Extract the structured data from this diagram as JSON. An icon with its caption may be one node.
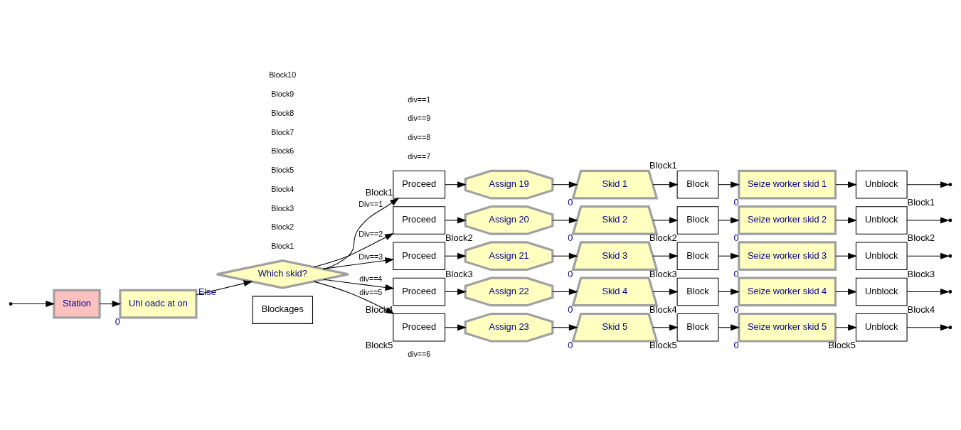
{
  "diagram": {
    "nodes": [
      {
        "text": [
          "Station"
        ]
      },
      {
        "text": [
          "Uhl oadc at on"
        ],
        "beside": [
          "0"
        ]
      },
      {
        "text": [
          "Which skid?"
        ],
        "beside": [
          "Else"
        ]
      },
      {
        "text": [
          "Blockages"
        ]
      },
      {
        "text": [
          "Proceed"
        ],
        "beside": [
          "Block1"
        ]
      },
      {
        "text": [
          "Assign 19"
        ]
      },
      {
        "text": [
          "Skid 1"
        ],
        "beside": [
          "0"
        ]
      },
      {
        "text": [
          "Block"
        ],
        "beside": [
          "Block1"
        ]
      },
      {
        "text": [
          "Seize worker skid 1"
        ],
        "beside": [
          "0"
        ]
      },
      {
        "text": [
          "Unblock"
        ],
        "beside": [
          "Block1"
        ]
      },
      {
        "text": [
          "Proceed"
        ],
        "beside": [
          "Block2"
        ]
      },
      {
        "text": [
          "Assign 20"
        ]
      },
      {
        "text": [
          "Skid 2"
        ],
        "beside": [
          "0"
        ]
      },
      {
        "text": [
          "Block"
        ],
        "beside": [
          "Block2"
        ]
      },
      {
        "text": [
          "Seize worker skid 2"
        ],
        "beside": [
          "0"
        ]
      },
      {
        "text": [
          "Unblock"
        ],
        "beside": [
          "Block2"
        ]
      },
      {
        "text": [
          "Proceed"
        ],
        "beside": [
          "Block3"
        ]
      },
      {
        "text": [
          "Assign 21"
        ]
      },
      {
        "text": [
          "Skid 3"
        ],
        "beside": [
          "0"
        ]
      },
      {
        "text": [
          "Block"
        ],
        "beside": [
          "Block3"
        ]
      },
      {
        "text": [
          "Seize worker skid 3"
        ],
        "beside": [
          "0"
        ]
      },
      {
        "text": [
          "Unblock"
        ],
        "beside": [
          "Block3"
        ]
      },
      {
        "text": [
          "Proceed"
        ],
        "beside": [
          "Block4"
        ]
      },
      {
        "text": [
          "Assign 22"
        ]
      },
      {
        "text": [
          "Skid 4"
        ],
        "beside": [
          "0"
        ]
      },
      {
        "text": [
          "Block"
        ],
        "beside": [
          "Block4"
        ]
      },
      {
        "text": [
          "Seize worker skid 4"
        ],
        "beside": [
          "0"
        ]
      },
      {
        "text": [
          "Unblock"
        ],
        "beside": [
          "Block4"
        ]
      },
      {
        "text": [
          "Proceed"
        ],
        "beside": [
          "Block5"
        ]
      },
      {
        "text": [
          "Assign 23"
        ]
      },
      {
        "text": [
          "Skid 5"
        ],
        "beside": [
          "0"
        ]
      },
      {
        "text": [
          "Block"
        ],
        "beside": [
          "Block5"
        ]
      },
      {
        "text": [
          "Seize worker skid 5"
        ],
        "beside": [
          "0"
        ]
      },
      {
        "text": [
          "Unblock"
        ],
        "beside": [
          "Block5"
        ]
      }
    ],
    "edges": [
      {
        "from": null,
        "to": 0,
        "arrow": "to"
      },
      {
        "from": 0,
        "to": 1,
        "arrow": "to"
      },
      {
        "from": 1,
        "to": 2,
        "arrow": "to"
      },
      {
        "from": 2,
        "to": 4,
        "arrow": "to",
        "label": "Div==1"
      },
      {
        "from": 2,
        "to": 10,
        "arrow": "to",
        "label": "Div==2"
      },
      {
        "from": 2,
        "to": 16,
        "arrow": "to",
        "label": "Div==3"
      },
      {
        "from": 2,
        "to": 22,
        "arrow": "to",
        "label": "div==4"
      },
      {
        "from": 2,
        "to": 28,
        "arrow": "to",
        "label": "div==5"
      },
      {
        "from": 4,
        "to": 5,
        "arrow": "to"
      },
      {
        "from": 5,
        "to": 6,
        "arrow": "to"
      },
      {
        "from": 6,
        "to": 7,
        "arrow": "to"
      },
      {
        "from": 7,
        "to": 8,
        "arrow": "to"
      },
      {
        "from": 8,
        "to": 9,
        "arrow": "to"
      },
      {
        "from": 9,
        "to": null,
        "arrow": "to"
      },
      {
        "from": 10,
        "to": 11,
        "arrow": "to"
      },
      {
        "from": 11,
        "to": 12,
        "arrow": "to"
      },
      {
        "from": 12,
        "to": 13,
        "arrow": "to"
      },
      {
        "from": 13,
        "to": 14,
        "arrow": "to"
      },
      {
        "from": 14,
        "to": 15,
        "arrow": "to"
      },
      {
        "from": 15,
        "to": null,
        "arrow": "to"
      },
      {
        "from": 16,
        "to": 17,
        "arrow": "to"
      },
      {
        "from": 17,
        "to": 18,
        "arrow": "to"
      },
      {
        "from": 18,
        "to": 19,
        "arrow": "to"
      },
      {
        "from": 19,
        "to": 20,
        "arrow": "to"
      },
      {
        "from": 20,
        "to": 21,
        "arrow": "to"
      },
      {
        "from": 21,
        "to": null,
        "arrow": "to"
      },
      {
        "from": 22,
        "to": 23,
        "arrow": "to"
      },
      {
        "from": 23,
        "to": 24,
        "arrow": "to"
      },
      {
        "from": 24,
        "to": 25,
        "arrow": "to"
      },
      {
        "from": 25,
        "to": 26,
        "arrow": "to"
      },
      {
        "from": 26,
        "to": 27,
        "arrow": "to"
      },
      {
        "from": 27,
        "to": null,
        "arrow": "to"
      },
      {
        "from": 28,
        "to": 29,
        "arrow": "to"
      },
      {
        "from": 29,
        "to": 30,
        "arrow": "to"
      },
      {
        "from": 30,
        "to": 31,
        "arrow": "to"
      },
      {
        "from": 31,
        "to": 32,
        "arrow": "to"
      },
      {
        "from": 32,
        "to": 33,
        "arrow": "to"
      },
      {
        "from": 33,
        "to": null,
        "arrow": "to"
      }
    ],
    "labels": [
      "Block1",
      "Block2",
      "Block3",
      "Block4",
      "Block5",
      "Block6",
      "Block7",
      "Block8",
      "Block9",
      "Block10",
      "div==6",
      "div==7",
      "div==8",
      "div==9",
      "div==1"
    ]
  }
}
